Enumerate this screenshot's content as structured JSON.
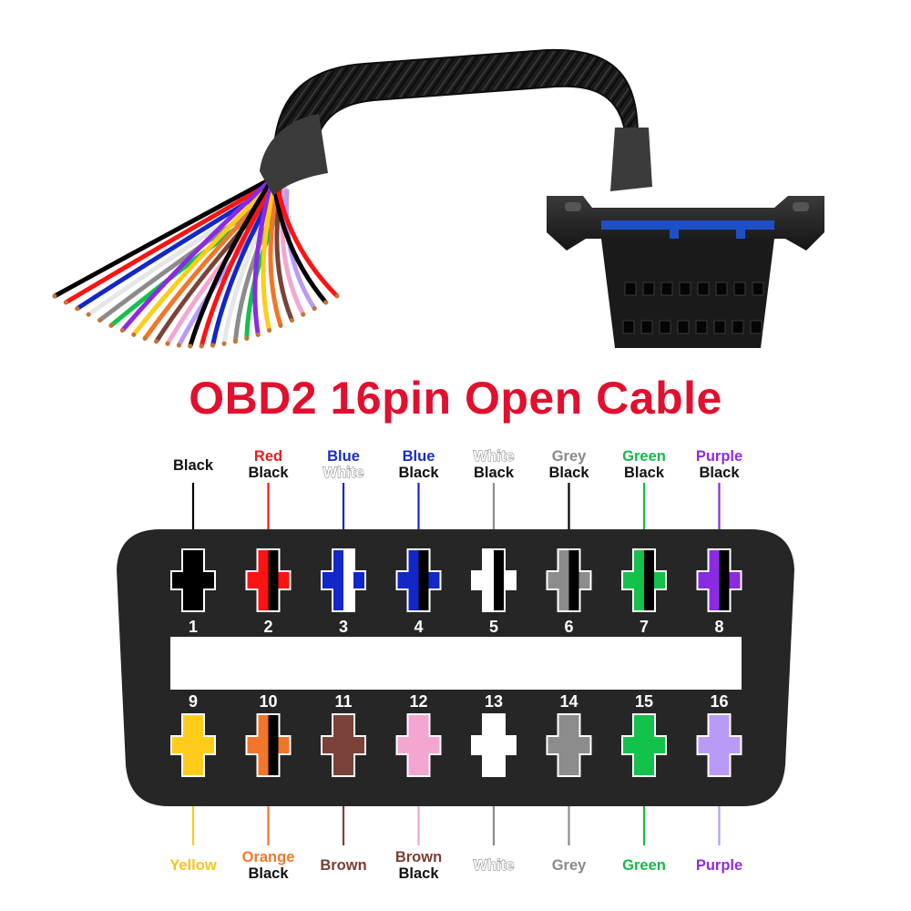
{
  "title": "OBD2 16pin Open Cable",
  "colors": {
    "title": "#e0102e",
    "connector": "#262626",
    "Black": "#000000",
    "Red": "#ff1212",
    "Blue": "#1227c7",
    "White": "#ffffff",
    "Grey": "#8c8c8c",
    "Green": "#12c24a",
    "Purple": "#8a2be2",
    "Yellow": "#ffcc1a",
    "Orange": "#f2762a",
    "Brown": "#7a4238",
    "Pink": "#f3a6cf",
    "LightPurple": "#b99bf7",
    "textBlack": "#111111",
    "textRed": "#e02020",
    "textBlue": "#1a2cc4",
    "textGrey": "#8a8a8a",
    "textGreen": "#16b84a",
    "textPurple": "#8f2be6",
    "textYellow": "#f5c518",
    "textOrange": "#ef7a2e",
    "textBrown": "#7b3e36",
    "textWhiteStroke": "#777777"
  },
  "pins": [
    {
      "number": "1",
      "labels": [
        "Black"
      ],
      "label_colors": [
        "textBlack"
      ],
      "main": "Black",
      "stripe": null,
      "wire": "Black"
    },
    {
      "number": "2",
      "labels": [
        "Red",
        "Black"
      ],
      "label_colors": [
        "textRed",
        "textBlack"
      ],
      "main": "Red",
      "stripe": "Black",
      "wire": "Red"
    },
    {
      "number": "3",
      "labels": [
        "Blue",
        "White"
      ],
      "label_colors": [
        "textBlue",
        "white"
      ],
      "main": "Blue",
      "stripe": "White",
      "wire": "Blue"
    },
    {
      "number": "4",
      "labels": [
        "Blue",
        "Black"
      ],
      "label_colors": [
        "textBlue",
        "textBlack"
      ],
      "main": "Blue",
      "stripe": "Black",
      "wire": "Blue"
    },
    {
      "number": "5",
      "labels": [
        "White",
        "Black"
      ],
      "label_colors": [
        "white",
        "textBlack"
      ],
      "main": "White",
      "stripe": "Black",
      "wire": "Grey"
    },
    {
      "number": "6",
      "labels": [
        "Grey",
        "Black"
      ],
      "label_colors": [
        "textGrey",
        "textBlack"
      ],
      "main": "Grey",
      "stripe": "Black",
      "wire": "Black"
    },
    {
      "number": "7",
      "labels": [
        "Green",
        "Black"
      ],
      "label_colors": [
        "textGreen",
        "textBlack"
      ],
      "main": "Green",
      "stripe": "Black",
      "wire": "Green"
    },
    {
      "number": "8",
      "labels": [
        "Purple",
        "Black"
      ],
      "label_colors": [
        "textPurple",
        "textBlack"
      ],
      "main": "Purple",
      "stripe": "Black",
      "wire": "Purple"
    },
    {
      "number": "9",
      "labels": [
        "Yellow"
      ],
      "label_colors": [
        "textYellow"
      ],
      "main": "Yellow",
      "stripe": null,
      "wire": "Yellow"
    },
    {
      "number": "10",
      "labels": [
        "Orange",
        "Black"
      ],
      "label_colors": [
        "textOrange",
        "textBlack"
      ],
      "main": "Orange",
      "stripe": "Black",
      "wire": "Orange"
    },
    {
      "number": "11",
      "labels": [
        "Brown"
      ],
      "label_colors": [
        "textBrown"
      ],
      "main": "Brown",
      "stripe": null,
      "wire": "Brown"
    },
    {
      "number": "12",
      "labels": [
        "Brown",
        "Black"
      ],
      "label_colors": [
        "textBrown",
        "textBlack"
      ],
      "main": "Pink",
      "stripe": null,
      "wire": "Pink"
    },
    {
      "number": "13",
      "labels": [
        "White"
      ],
      "label_colors": [
        "white"
      ],
      "main": "White",
      "stripe": null,
      "wire": "Grey"
    },
    {
      "number": "14",
      "labels": [
        "Grey"
      ],
      "label_colors": [
        "textGrey"
      ],
      "main": "Grey",
      "stripe": null,
      "wire": "Grey"
    },
    {
      "number": "15",
      "labels": [
        "Green"
      ],
      "label_colors": [
        "textGreen"
      ],
      "main": "Green",
      "stripe": null,
      "wire": "Green"
    },
    {
      "number": "16",
      "labels": [
        "Purple"
      ],
      "label_colors": [
        "textPurple"
      ],
      "main": "LightPurple",
      "stripe": null,
      "wire": "LightPurple"
    }
  ],
  "cable_wires": [
    "Black",
    "Red",
    "Blue",
    "White",
    "Grey",
    "Green",
    "Purple",
    "Yellow",
    "Orange",
    "Brown",
    "Pink",
    "LightPurple"
  ]
}
